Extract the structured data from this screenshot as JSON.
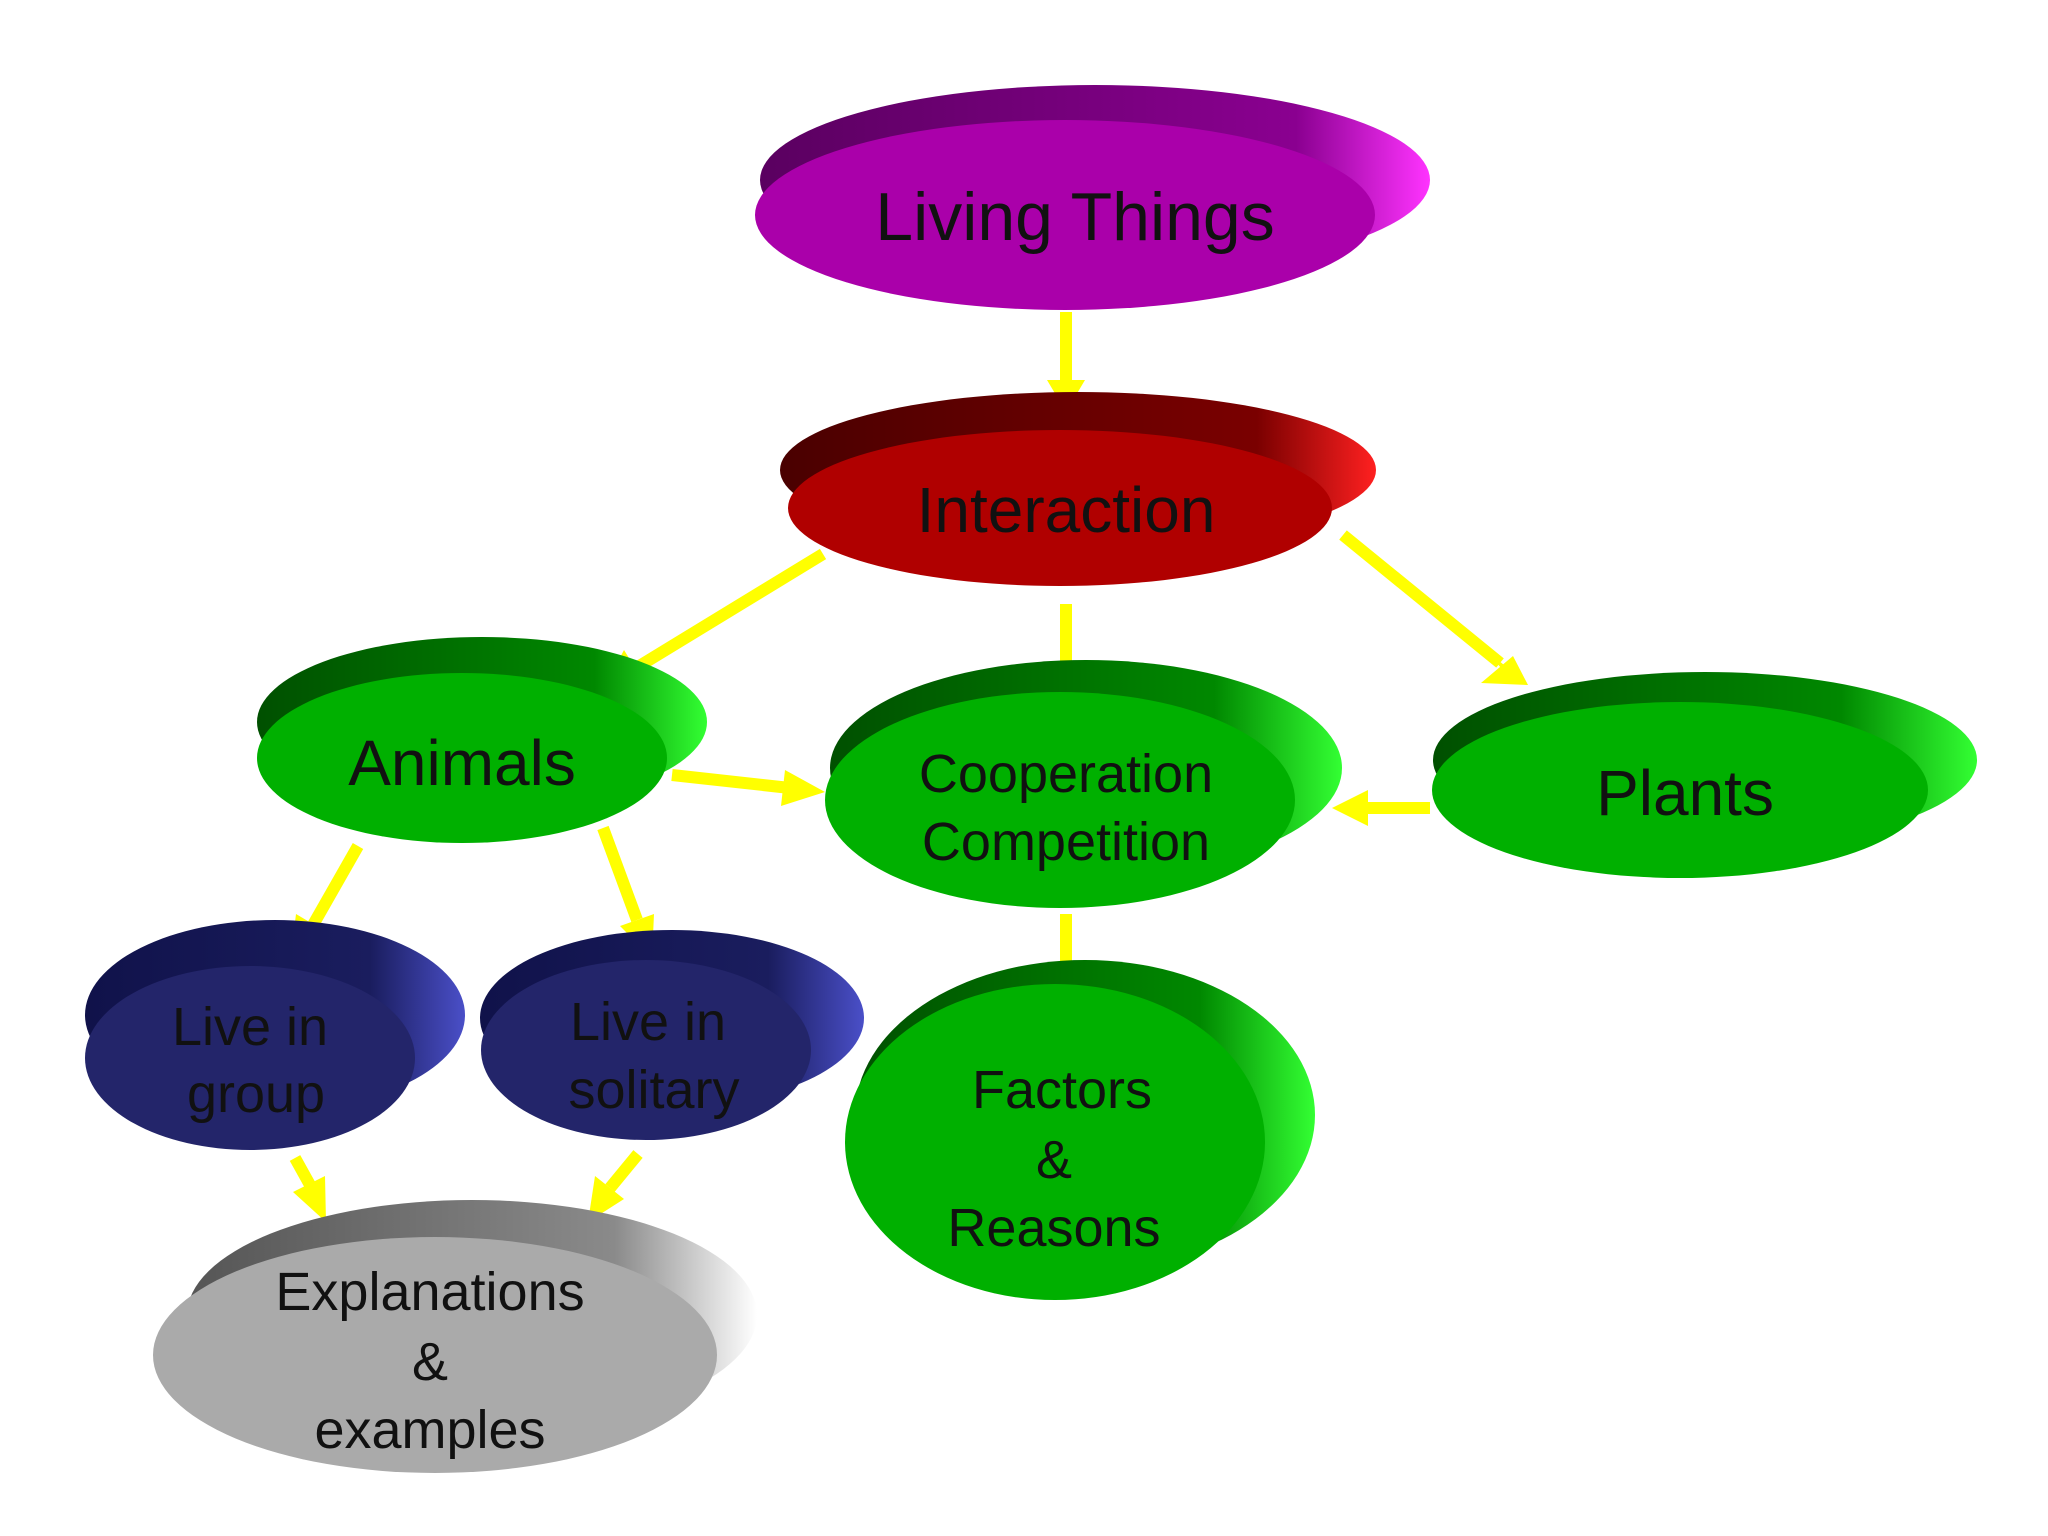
{
  "colors": {
    "arrow": "#ffff00",
    "root": "#aa00aa",
    "interaction": "#b00000",
    "green": "#00b000",
    "navy": "#23256a",
    "gray": "#aaaaaa"
  },
  "nodes": {
    "living_things": {
      "line1": "Living Things"
    },
    "interaction": {
      "line1": "Interaction"
    },
    "animals": {
      "line1": "Animals"
    },
    "plants": {
      "line1": "Plants"
    },
    "cooperation": {
      "line1": "Cooperation",
      "line2": "Competition"
    },
    "factors": {
      "line1": "Factors",
      "line2": "&",
      "line3": "Reasons"
    },
    "live_group": {
      "line1": "Live in",
      "line2": "group"
    },
    "live_solitary": {
      "line1": "Live in",
      "line2": "solitary"
    },
    "explanations": {
      "line1": "Explanations",
      "line2": "&",
      "line3": "examples"
    }
  }
}
